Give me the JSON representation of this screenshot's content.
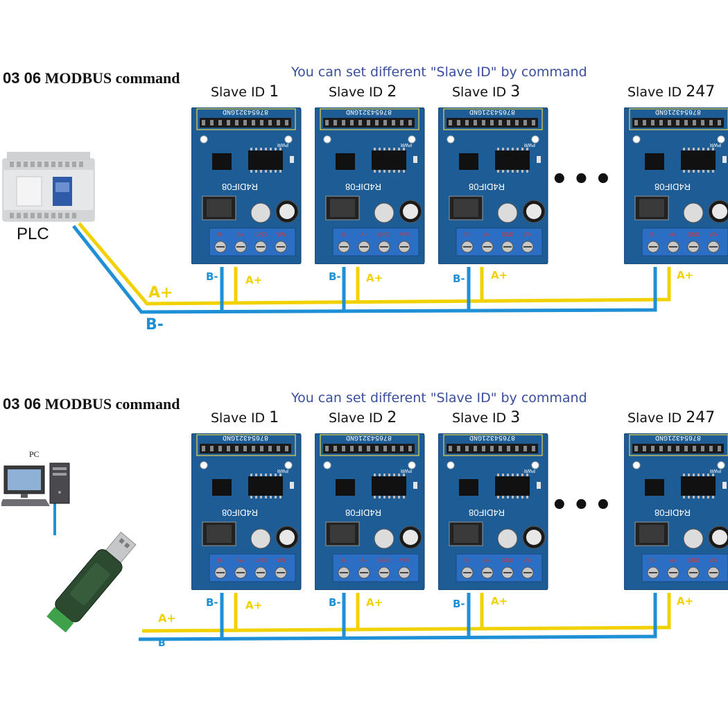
{
  "sections": [
    {
      "command": "03 06 MODBUS command",
      "command_num": "03 06",
      "command_txt": "MODBUS command",
      "note": "You can set different \"Slave ID\" by command",
      "master_label": "PLC",
      "slaves": [
        {
          "label": "Slave ID ",
          "id": "1"
        },
        {
          "label": "Slave ID ",
          "id": "2"
        },
        {
          "label": "Slave ID ",
          "id": "3"
        },
        {
          "label": "Slave ID ",
          "id": "247"
        }
      ],
      "bus_a": "A+",
      "bus_b": "B-",
      "terminal_a": "A+",
      "terminal_b": "B-"
    },
    {
      "command": "03 06 MODBUS command",
      "command_num": "03 06",
      "command_txt": "MODBUS command",
      "note": "You can set different \"Slave ID\" by command",
      "master_label": "PC",
      "slaves": [
        {
          "label": "Slave ID ",
          "id": "1"
        },
        {
          "label": "Slave ID ",
          "id": "2"
        },
        {
          "label": "Slave ID ",
          "id": "3"
        },
        {
          "label": "Slave ID ",
          "id": "247"
        }
      ],
      "bus_a": "A+",
      "bus_b": "B",
      "terminal_a": "A+",
      "terminal_b": "B-"
    }
  ],
  "board": {
    "chip_label": "R4DIF08",
    "header_label": "87654321GND",
    "terminals": [
      "B-",
      "A+",
      "GND",
      "VIN"
    ],
    "pwr_label": "PWR"
  },
  "ellipsis": "•••",
  "colors": {
    "bus_a": "#f2d100",
    "bus_b": "#1f8fd6",
    "pcb": "#1d5c94",
    "note_text": "#3a4e9c"
  }
}
